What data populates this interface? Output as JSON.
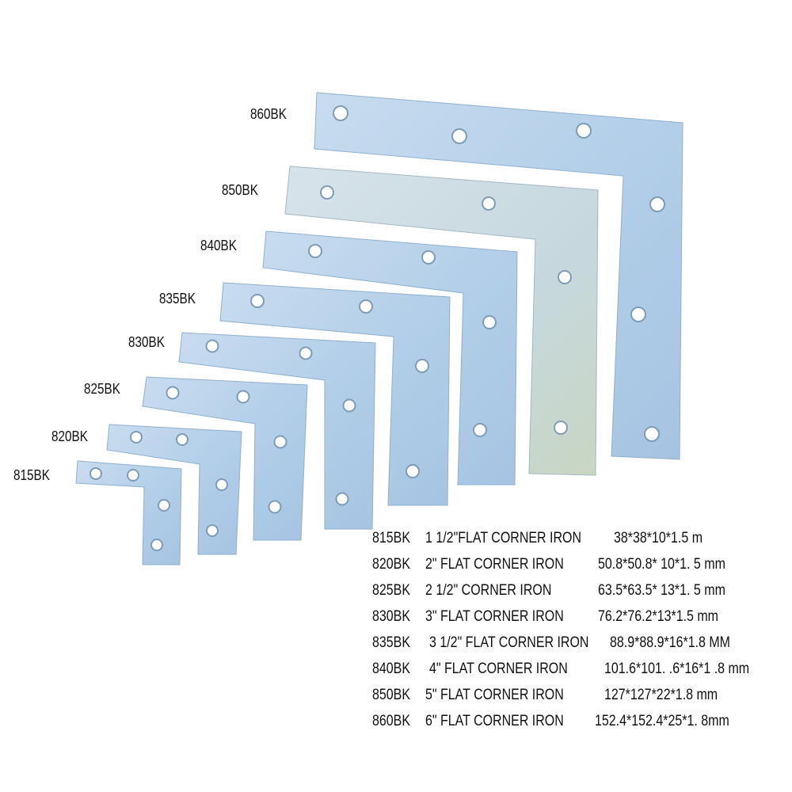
{
  "colors": {
    "metal_light": "#cfe0f0",
    "metal_mid": "#a9c8e4",
    "metal_edge": "#8fb0cf",
    "hole": "#ffffff"
  },
  "labels": [
    "860BK",
    "850BK",
    "840BK",
    "835BK",
    "830BK",
    "825BK",
    "820BK",
    "815BK"
  ],
  "specs": [
    {
      "code": "815BK",
      "name": "1 1/2\"FLAT CORNER IRON",
      "dims": "38*38*10*1.5 m"
    },
    {
      "code": "820BK",
      "name": "2\" FLAT CORNER IRON",
      "dims": "50.8*50.8* 10*1. 5 mm"
    },
    {
      "code": "825BK",
      "name": "2 1/2\" CORNER IRON",
      "dims": "63.5*63.5* 13*1. 5 mm"
    },
    {
      "code": "830BK",
      "name": "3\" FLAT CORNER IRON",
      "dims": "76.2*76.2*13*1.5 mm"
    },
    {
      "code": "835BK",
      "name": "3 1/2\" FLAT CORNER IRON",
      "dims": "88.9*88.9*16*1.8 MM"
    },
    {
      "code": "840BK",
      "name": "4\" FLAT CORNER IRON",
      "dims": "101.6*101. .6*16*1 .8 mm"
    },
    {
      "code": "850BK",
      "name": "5\" FLAT CORNER IRON",
      "dims": "127*127*22*1.8 mm"
    },
    {
      "code": "860BK",
      "name": "6\" FLAT CORNER IRON",
      "dims": "152.4*152.4*25*1. 8mm"
    }
  ]
}
